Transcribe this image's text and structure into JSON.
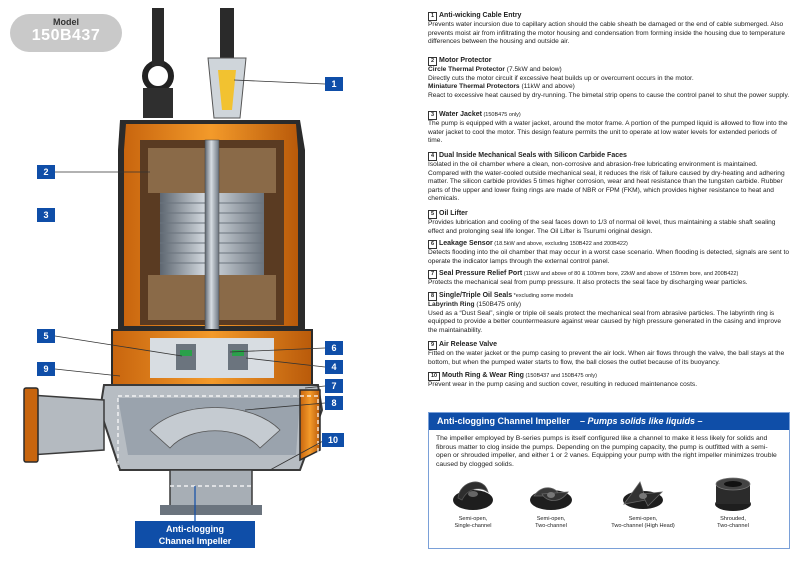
{
  "model": {
    "label": "Model",
    "number": "150B437"
  },
  "diagram_label": "Anti-clogging\nChannel Impeller",
  "callouts": [
    "1",
    "2",
    "3",
    "4",
    "5",
    "6",
    "7",
    "8",
    "9",
    "10"
  ],
  "features": [
    {
      "n": "1",
      "title": "Anti-wicking Cable Entry",
      "text": "Prevents water incursion due to capillary action should the cable sheath be damaged or the end of cable submerged. Also prevents moist air from infiltrating the motor housing and condensation from forming inside the housing due to temperature differences between the housing and outside air."
    },
    {
      "n": "2",
      "title": "Motor Protector",
      "sub1": "Circle Thermal Protector",
      "sub1_note": " (7.5kW and below)",
      "text1": "Directly cuts the motor circuit if excessive heat builds up or overcurrent occurs in the motor.",
      "sub2": "Miniature Thermal Protectors",
      "sub2_note": " (11kW and above)",
      "text2": "React to excessive heat caused by dry-running. The bimetal strip opens to cause the control panel to shut the power supply."
    },
    {
      "n": "3",
      "title": "Water Jacket",
      "title_note": " (150B475 only)",
      "text": "The pump is equipped with a water jacket, around the motor frame. A portion of the pumped liquid is allowed to flow into the water jacket to cool the motor. This design feature permits the unit to operate at low water levels for extended periods of time."
    },
    {
      "n": "4",
      "title": "Dual Inside Mechanical Seals with Silicon Carbide Faces",
      "text": "Isolated in the oil chamber where a clean, non-corrosive and abrasion-free lubricating environment is maintained. Compared with the water-cooled outside mechanical seal, it reduces the risk of failure caused by dry-heating and adhering matter. The silicon carbide provides 5 times higher corrosion, wear and heat resistance than the tungsten carbide. Rubber parts of the upper and lower fixing rings are made of NBR or FPM (FKM), which provides higher resistance to heat and chemicals."
    },
    {
      "n": "5",
      "title": "Oil Lifter",
      "text": "Provides lubrication and cooling of the seal faces down to 1/3 of normal oil level, thus maintaining a stable shaft sealing effect and prolonging seal life longer. The Oil Lifter is Tsurumi original design."
    },
    {
      "n": "6",
      "title": "Leakage Sensor",
      "title_note": " (18.5kW and above, excluding 150B422 and 200B422)",
      "text": "Detects flooding into the oil chamber that may occur in a worst case scenario. When flooding is detected, signals are sent to operate the indicator lamps through the external control panel."
    },
    {
      "n": "7",
      "title": "Seal Pressure Relief Port",
      "title_note": " (11kW and above of 80 & 100mm bore, 22kW and above of 150mm bore, and 200B422)",
      "text": "Protects the mechanical seal from pump pressure. It also protects the seal face by discharging wear particles."
    },
    {
      "n": "8",
      "title": "Single/Triple Oil Seals",
      "title_small": " *excluding some models",
      "sub1": "Labyrinth Ring",
      "sub1_note": " (150B475 only)",
      "text": "Used as a “Dust Seal”, single or triple oil seals protect the mechanical seal from abrasive particles. The labyrinth ring is equipped to provide a better countermeasure against wear caused by high pressure generated in the casing and improve the maintainability."
    },
    {
      "n": "9",
      "title": "Air Release Valve",
      "text": "Fitted on the water jacket or the pump casing to prevent the air lock. When air flows through the valve, the ball stays at the bottom, but when the pumped water starts to flow, the ball closes the outlet because of its buoyancy."
    },
    {
      "n": "10",
      "title": "Mouth Ring & Wear Ring",
      "title_note": " (150B437 and 150B475 only)",
      "text": "Prevent wear in the pump casing and suction cover, resulting in reduced maintenance costs."
    }
  ],
  "panel": {
    "title": "Anti-clogging Channel Impeller",
    "tagline": "– Pumps solids like liquids –",
    "text": "The impeller employed by B-series pumps is itself configured like a channel to make it less likely for solids and fibrous matter to clog inside the pumps. Depending on the pumping capacity, the pump is outfitted with a semi-open or shrouded impeller, and either 1 or 2 vanes. Equipping your pump with the right impeller minimizes trouble caused by clogged solids.",
    "impellers": [
      {
        "line1": "Semi-open,",
        "line2": "Single-channel"
      },
      {
        "line1": "Semi-open,",
        "line2": "Two-channel"
      },
      {
        "line1": "Semi-open,",
        "line2": "Two-channel (High Head)"
      },
      {
        "line1": "Shrouded,",
        "line2": "Two-channel"
      }
    ]
  },
  "colors": {
    "accent": "#0f4ea8",
    "casing": "#e8891a",
    "steel": "#9aa3ad"
  }
}
